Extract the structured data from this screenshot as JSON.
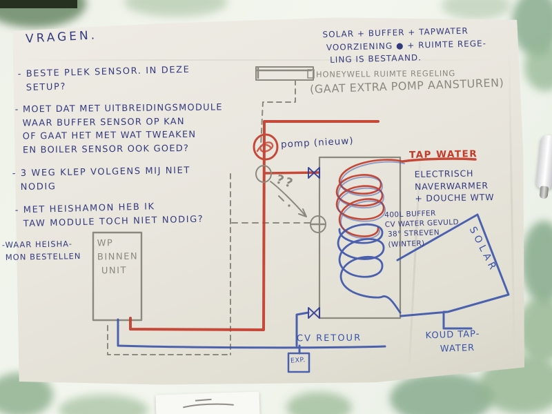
{
  "colors": {
    "ink_blue": "#343a7e",
    "pencil_grey": "#8b887e",
    "ink_red": "#c33b2a",
    "crayon_blue": "#3a53a8",
    "paper": "#e9e6de"
  },
  "questions": {
    "title": "VRAGEN.",
    "items": [
      {
        "text": "- BESTE PLEK SENSOR. IN DEZE\n  SETUP?"
      },
      {
        "text": "- MOET DAT MET UITBREIDINGSMODULE\n  WAAR BUFFER SENSOR OP KAN\n  OF GAAT HET MET WAT TWEAKEN\n  EN BOILER SENSOR OOK GOED?"
      },
      {
        "text": "- 3 WEG KLEP VOLGENS MIJ NIET\n  NODIG"
      },
      {
        "text": "- MET HEISHAMON HEB IK\n  TAW MODULE TOCH NIET NODIG?"
      }
    ],
    "side_note": "-WAAR HEISHA-\n MON BESTELLEN"
  },
  "top_right": {
    "summary": "SOLAR + BUFFER + TAPWATER\n VOORZIENING ● + RUIMTE REGE-\n  LING IS BESTAAND.",
    "honeywell": "HONEYWELL RUIMTE REGELING",
    "honeywell_sub": "(GAAT EXTRA POMP AANSTUREN)"
  },
  "diagram": {
    "wp_unit": "WP\nBINNEN\n UNIT",
    "pump_label": "pomp (nieuw)",
    "question_marks": "??",
    "tap_water": "TAP WATER",
    "electric": "ELECTRISCH\nNAVERWARMER\n+ DOUCHE WTW",
    "buffer": "400L BUFFER\nCV WATER GEVULD\n 38° STREVEN\n (WINTER)",
    "solar": "SOLAR",
    "cold_tap": "KOUD TAP-\n    WATER",
    "cv_return": "CV RETOUR",
    "expansion": "EXP."
  }
}
